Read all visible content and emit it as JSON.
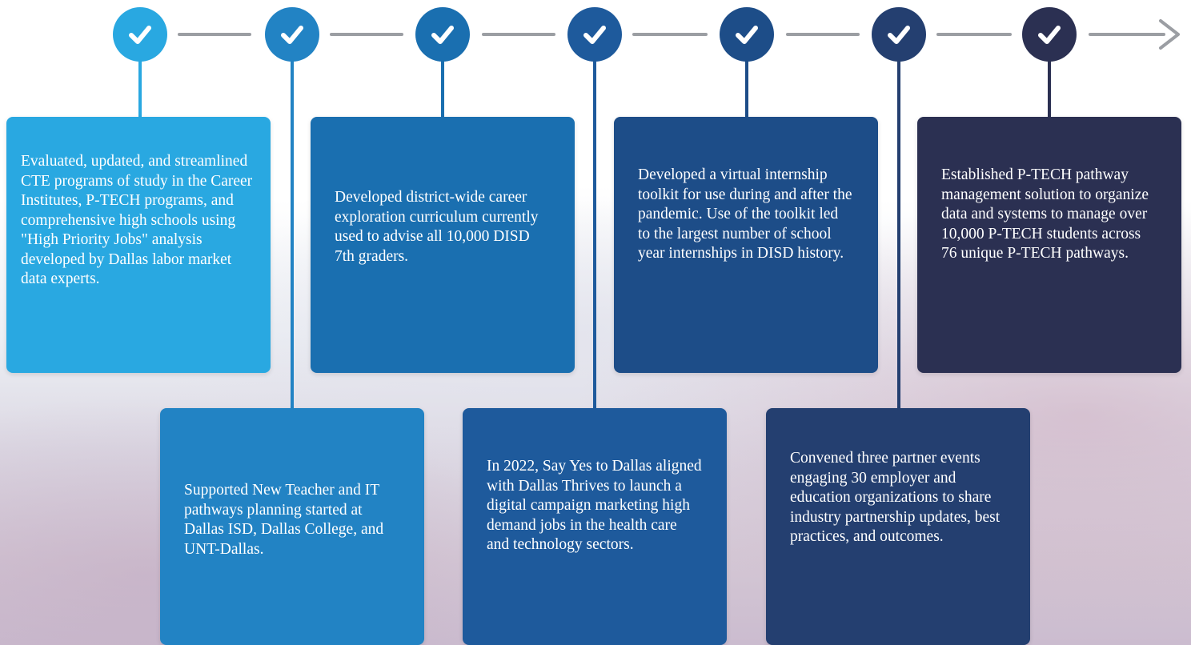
{
  "colors": {
    "step1": "#29A8E1",
    "step2": "#2283C4",
    "step3": "#1A6FB0",
    "step4": "#1E5A9C",
    "step5": "#1D4D88",
    "step6": "#243F70",
    "step7": "#2B3052",
    "connector": "#9B9EA3"
  },
  "timeline": {
    "milestones": [
      {
        "icon": "check-icon",
        "text": "Evaluated, updated, and streamlined CTE programs of study in the Career Institutes, P-TECH programs, and comprehensive high schools using \"High Priority Jobs\" analysis developed by Dallas labor market data experts."
      },
      {
        "icon": "check-icon",
        "text": "Supported New Teacher and IT pathways planning started at Dallas ISD, Dallas College, and UNT-Dallas."
      },
      {
        "icon": "check-icon",
        "text": "Developed  district-wide career exploration curriculum currently used to advise all 10,000 DISD 7th graders."
      },
      {
        "icon": "check-icon",
        "text": "In 2022, Say Yes to Dallas aligned with Dallas Thrives to launch a digital campaign marketing high demand jobs in the health care and technology sectors."
      },
      {
        "icon": "check-icon",
        "text": "Developed a virtual internship toolkit for use during and after the pandemic. Use of the toolkit led to the largest number of school year internships in DISD history."
      },
      {
        "icon": "check-icon",
        "text": "Convened three partner events engaging 30 employer and education organizations  to share industry partnership updates, best practices, and outcomes."
      },
      {
        "icon": "check-icon",
        "text": "Established P-TECH pathway management solution to organize data and systems to manage over 10,000 P-TECH students across 76 unique P-TECH pathways."
      }
    ]
  }
}
